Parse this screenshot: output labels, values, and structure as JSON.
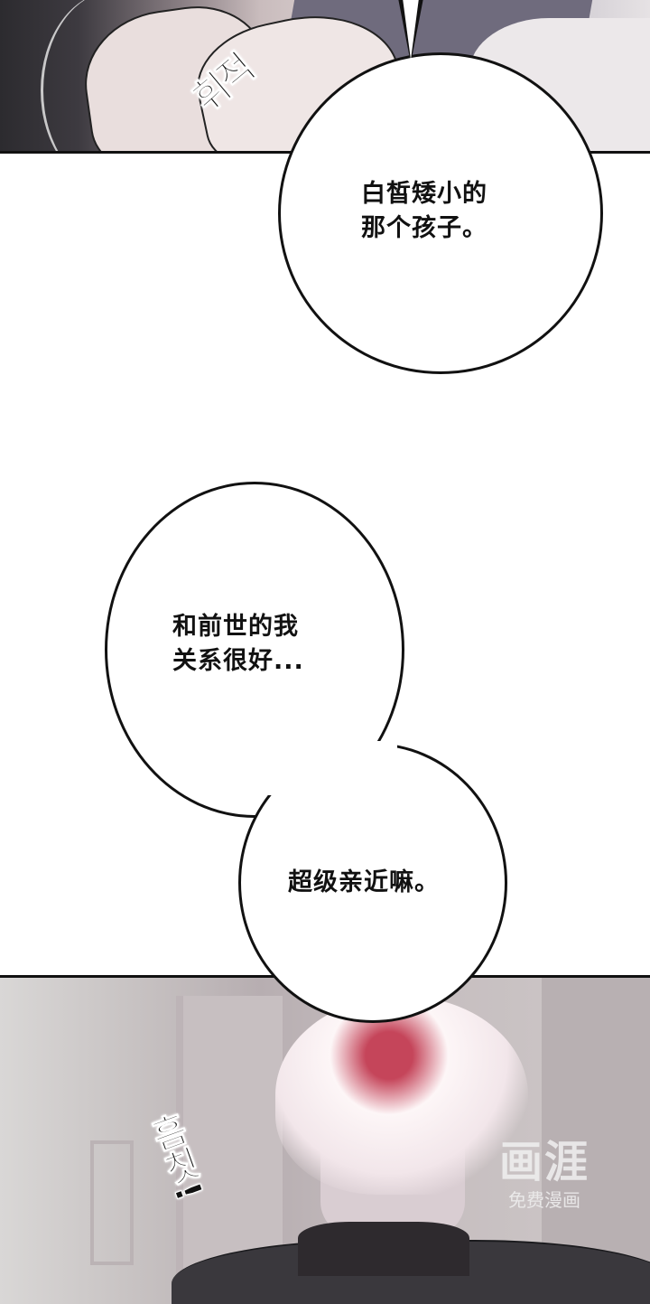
{
  "page": {
    "type": "webcomic-page",
    "background_color": "#ffffff",
    "panel_border_color": "#111111"
  },
  "panels": {
    "top": {
      "description": "close-up of hands gripping",
      "sfx": "휘적"
    },
    "bottom": {
      "description": "back view of white-haired character with red streaks in dark jacket",
      "sfx": "흠칫!",
      "hair_accent_color": "#c5455a",
      "jacket_color": "#3a383d"
    }
  },
  "bubbles": [
    {
      "id": 1,
      "lines": [
        "白皙矮小的",
        "那个孩子。"
      ]
    },
    {
      "id": 2,
      "lines": [
        "和前世的我",
        "关系很好..."
      ]
    },
    {
      "id": 3,
      "lines": [
        "超级亲近嘛。"
      ]
    }
  ],
  "bubble_text": {
    "b1": "白皙矮小的\n那个孩子。",
    "b2": "和前世的我\n关系很好...",
    "b3": "超级亲近嘛。"
  },
  "watermark": {
    "logo": "画涯",
    "subtitle": "免费漫画"
  }
}
